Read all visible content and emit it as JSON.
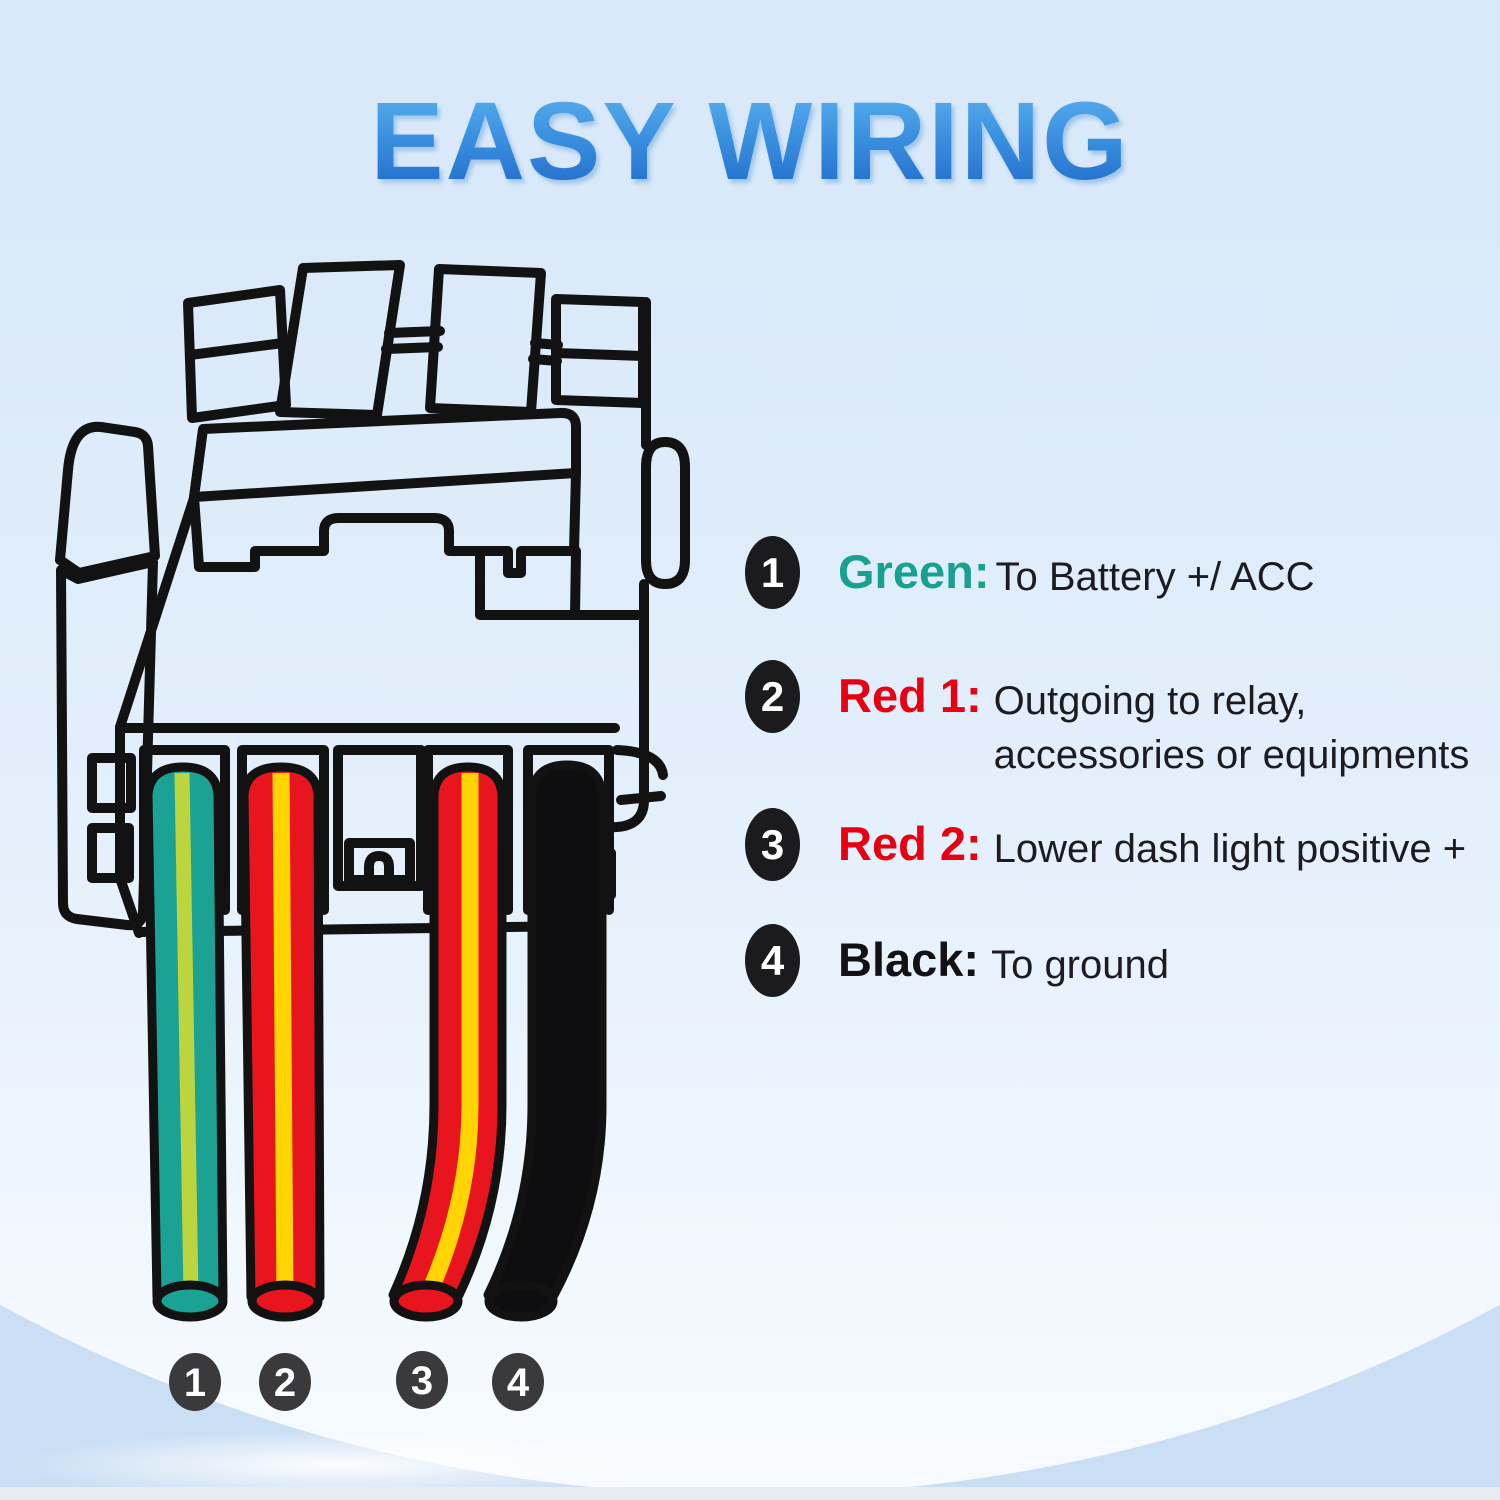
{
  "title": "EASY WIRING",
  "title_color_top": "#62B8F1",
  "title_color_bottom": "#1B64C8",
  "legend": [
    {
      "num": "1",
      "label": "Green:",
      "label_color": "#18A091",
      "desc": "To Battery +/ ACC",
      "desc2": ""
    },
    {
      "num": "2",
      "label": "Red 1:",
      "label_color": "#E60012",
      "desc": "Outgoing to relay,",
      "desc2": "accessories or equipments"
    },
    {
      "num": "3",
      "label": "Red 2:",
      "label_color": "#E60012",
      "desc": "Lower dash light positive +",
      "desc2": ""
    },
    {
      "num": "4",
      "label": "Black:",
      "label_color": "#121216",
      "desc": "To ground",
      "desc2": ""
    }
  ],
  "wires": [
    {
      "num": "1",
      "color_name": "green",
      "hex": "#1BA294",
      "stripe": "#BCD53F"
    },
    {
      "num": "2",
      "color_name": "red",
      "hex": "#E8151E",
      "stripe": "#FFD400"
    },
    {
      "num": "3",
      "color_name": "red",
      "hex": "#E8151E",
      "stripe": "#FFD400"
    },
    {
      "num": "4",
      "color_name": "black",
      "hex": "#0E0E10",
      "stripe": ""
    }
  ],
  "connector": {
    "sockets": 5,
    "empty_socket_index": 3,
    "outline_color": "#121212"
  },
  "background": {
    "base": "#CBDFF4",
    "ellipse_light": "#F7FBFF",
    "bottom_strip": "#E7ECF2"
  }
}
